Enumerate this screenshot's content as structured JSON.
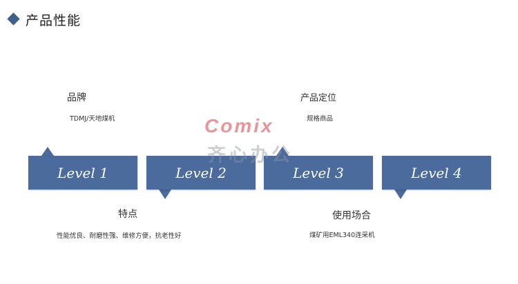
{
  "page": {
    "title": "产品性能"
  },
  "levels": [
    {
      "label": "Level 1"
    },
    {
      "label": "Level 2"
    },
    {
      "label": "Level 3"
    },
    {
      "label": "Level 4"
    }
  ],
  "callouts": {
    "brand": {
      "heading": "品牌",
      "text": "TDMJ/天地煤机"
    },
    "features": {
      "heading": "特点",
      "text": "性能优良、耐磨性强、维修方便，抗老性好"
    },
    "positioning": {
      "heading": "产品定位",
      "text": "规格商品"
    },
    "usage": {
      "heading": "使用场合",
      "text": "煤矿用EML340连采机"
    }
  },
  "watermark": {
    "latin": "Comix",
    "cjk": "齐心办公"
  }
}
